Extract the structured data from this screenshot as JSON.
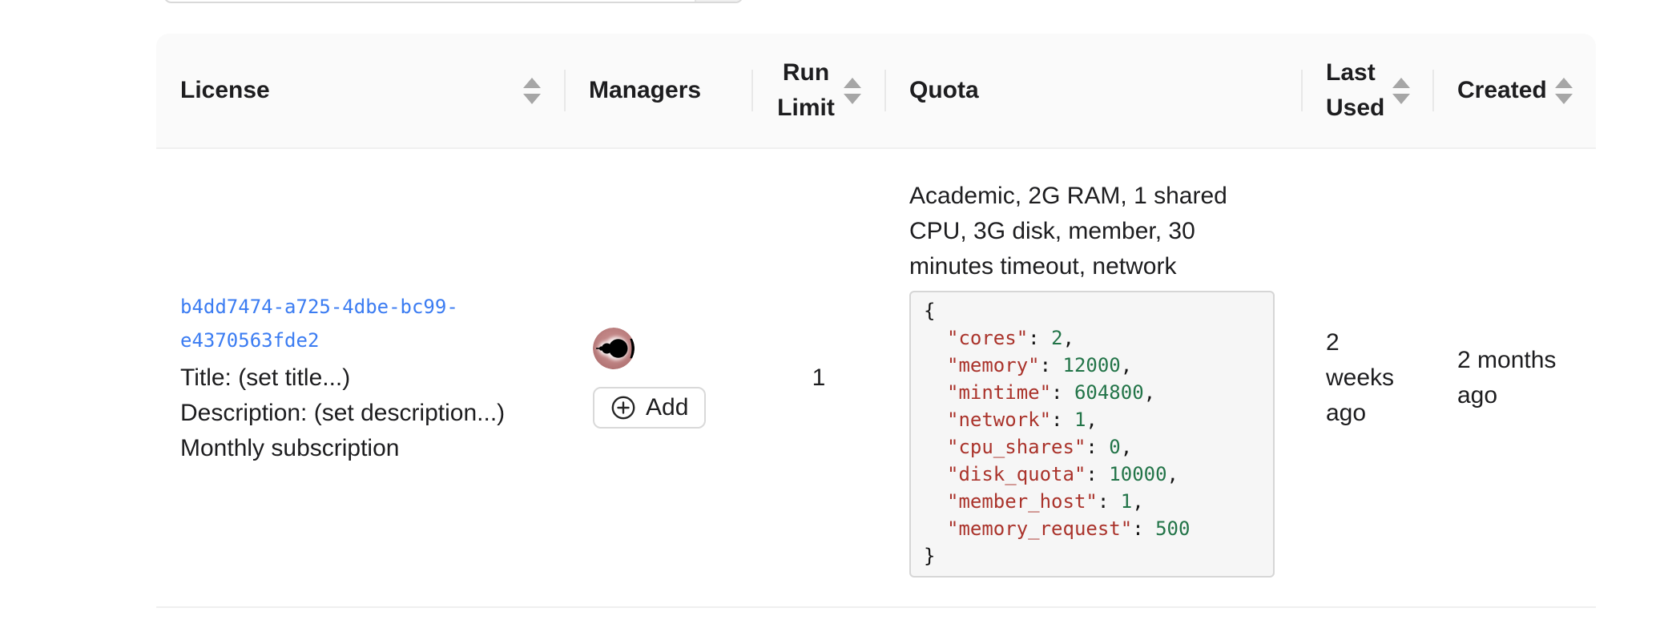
{
  "colors": {
    "link_blue": "#3b7cf2",
    "json_key_red": "#aa332b",
    "json_value_green": "#227448",
    "header_bg": "#fafafa",
    "code_block_bg": "#f6f6f6",
    "sorter_gray": "#a6a6a6",
    "avatar_rose": "#bd8181"
  },
  "icons": {
    "sorter": "caret-up-down-icon",
    "add": "plus-circle-icon",
    "avatar": "mandelbrot-fractal-avatar"
  },
  "table": {
    "header": {
      "license": {
        "label": "License",
        "sortable": true
      },
      "managers": {
        "label": "Managers",
        "sortable": false
      },
      "run_limit": {
        "label": "Run Limit",
        "sortable": true
      },
      "quota": {
        "label": "Quota",
        "sortable": false
      },
      "last_used": {
        "label": "Last Used",
        "sortable": true
      },
      "created": {
        "label": "Created",
        "sortable": true
      }
    },
    "row": {
      "license": {
        "id": "b4dd7474-a725-4dbe-bc99-e4370563fde2",
        "title": "Title: (set title...)",
        "description": "Description: (set description...)",
        "subscription": "Monthly subscription"
      },
      "managers": {
        "add_button": "Add"
      },
      "run_limit": "1",
      "quota": {
        "summary": "Academic, 2G RAM, 1 shared CPU, 3G disk, member, 30 minutes timeout, network",
        "json": {
          "open": "{",
          "close": "}",
          "entries": [
            {
              "key": "\"cores\"",
              "sep": ": ",
              "value": "2",
              "comma": ","
            },
            {
              "key": "\"memory\"",
              "sep": ": ",
              "value": "12000",
              "comma": ","
            },
            {
              "key": "\"mintime\"",
              "sep": ": ",
              "value": "604800",
              "comma": ","
            },
            {
              "key": "\"network\"",
              "sep": ": ",
              "value": "1",
              "comma": ","
            },
            {
              "key": "\"cpu_shares\"",
              "sep": ": ",
              "value": "0",
              "comma": ","
            },
            {
              "key": "\"disk_quota\"",
              "sep": ": ",
              "value": "10000",
              "comma": ","
            },
            {
              "key": "\"member_host\"",
              "sep": ": ",
              "value": "1",
              "comma": ","
            },
            {
              "key": "\"memory_request\"",
              "sep": ": ",
              "value": "500",
              "comma": ""
            }
          ]
        }
      },
      "last_used": "2 weeks ago",
      "created": "2 months ago"
    }
  }
}
